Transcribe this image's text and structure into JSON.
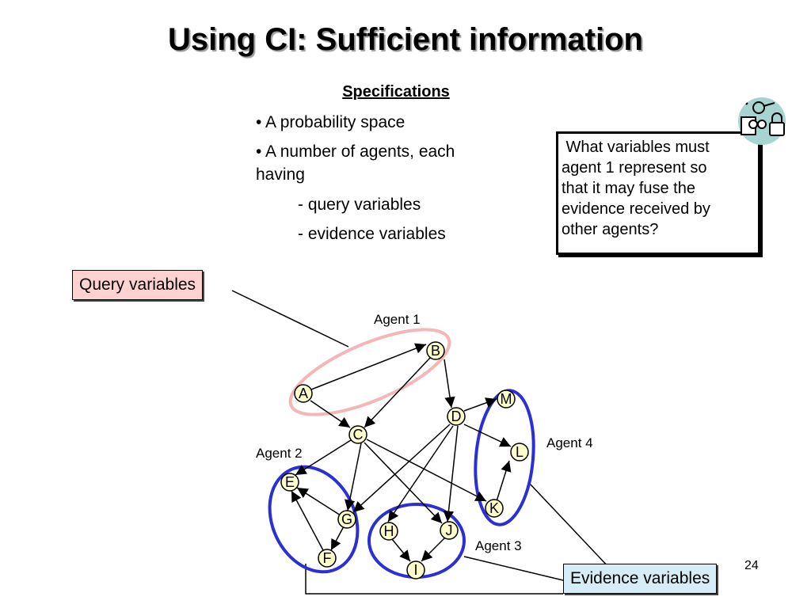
{
  "title": "Using CI: Sufficient information",
  "specs": {
    "heading": "Specifications",
    "bullet1": "• A probability space",
    "bullet2_line1": "• A number of agents, each",
    "bullet2_line2": "having",
    "sub1": "- query variables",
    "sub2": "- evidence variables"
  },
  "callout": {
    "line1": " What variables must",
    "line2": "agent 1 represent so",
    "line3": "that it may fuse the",
    "line4": "evidence received by",
    "line5": "other agents?"
  },
  "labels": {
    "query": "Query variables",
    "evidence": "Evidence variables"
  },
  "agents": {
    "a1": "Agent 1",
    "a2": "Agent 2",
    "a3": "Agent 3",
    "a4": "Agent 4"
  },
  "nodes": {
    "A": "A",
    "B": "B",
    "C": "C",
    "D": "D",
    "E": "E",
    "F": "F",
    "G": "G",
    "H": "H",
    "I": "I",
    "J": "J",
    "K": "K",
    "L": "L",
    "M": "M"
  },
  "page_number": "24",
  "colors": {
    "node_fill": "#ffffcc",
    "agent1_ellipse": "#f4b6b6",
    "agent_ellipse": "#2a2fd6",
    "query_box": "#ffd2d2",
    "evidence_box": "#d6ecf6"
  },
  "icon": "lock-key-person-icon"
}
